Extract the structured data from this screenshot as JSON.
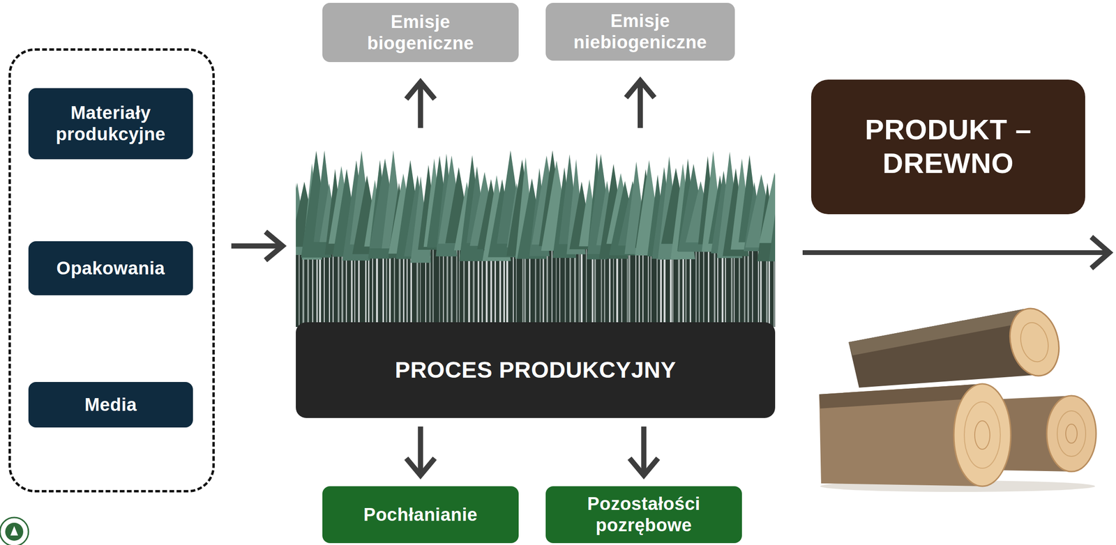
{
  "diagram": {
    "nodes": [
      {
        "text": []
      },
      {
        "text": [
          "Materiały produkcyjne"
        ],
        "in": 0
      },
      {
        "text": [
          "Opakowania"
        ],
        "in": 0
      },
      {
        "text": [
          "Media"
        ],
        "in": 0
      },
      {
        "text": [
          "Emisje biogeniczne"
        ]
      },
      {
        "text": [
          "Emisje niebiogeniczne"
        ]
      },
      {
        "text": [
          "PROCES PRODUKCYJNY"
        ]
      },
      {
        "text": [
          "Pochłanianie"
        ]
      },
      {
        "text": [
          "Pozostałości pozrębowe"
        ]
      },
      {
        "text": [
          "PRODUKT – DREWNO"
        ]
      }
    ],
    "edges": [
      {
        "from": 0,
        "to": 6,
        "arrow": "to"
      },
      {
        "from": 6,
        "to": 4,
        "arrow": "to"
      },
      {
        "from": 6,
        "to": 5,
        "arrow": "to"
      },
      {
        "from": 6,
        "to": 7,
        "arrow": "to"
      },
      {
        "from": 6,
        "to": 8,
        "arrow": "to"
      }
    ]
  }
}
